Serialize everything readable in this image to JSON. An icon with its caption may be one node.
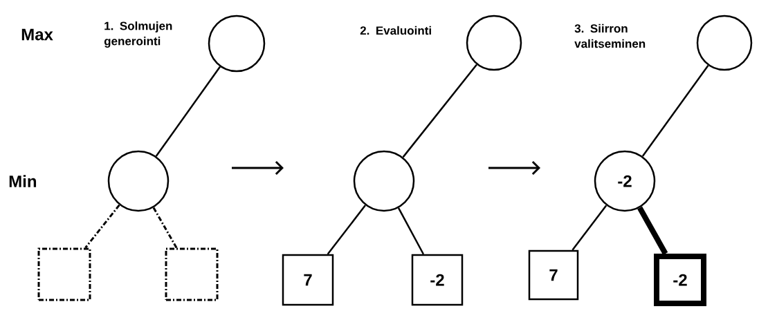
{
  "diagram": {
    "nodes": [
      {
        "text": [],
        "shape": "circle"
      },
      {
        "text": [],
        "shape": "circle"
      },
      {
        "text": [],
        "shape": "box"
      },
      {
        "text": [],
        "shape": "box"
      },
      {
        "text": [],
        "shape": "circle"
      },
      {
        "text": [],
        "shape": "circle"
      },
      {
        "text": [
          "7"
        ]
      },
      {
        "text": [
          "-2"
        ]
      },
      {
        "text": [],
        "shape": "circle"
      },
      {
        "text": [
          "-2"
        ]
      },
      {
        "text": [
          "7"
        ]
      },
      {
        "text": [
          "-2"
        ]
      }
    ],
    "edges": [
      {
        "from": 0,
        "to": 1,
        "arrow": "none"
      },
      {
        "from": 1,
        "to": 2,
        "arrow": "none",
        "style": "dashed"
      },
      {
        "from": 1,
        "to": 3,
        "arrow": "none",
        "style": "dashed"
      },
      {
        "from": 4,
        "to": 5,
        "arrow": "none"
      },
      {
        "from": 5,
        "to": 6,
        "arrow": "none"
      },
      {
        "from": 5,
        "to": 7,
        "arrow": "none"
      },
      {
        "from": 8,
        "to": 9,
        "arrow": "none"
      },
      {
        "from": 9,
        "to": 10,
        "arrow": "none"
      },
      {
        "from": 9,
        "to": 11,
        "arrow": "none",
        "style": "thick"
      }
    ],
    "labels": [
      "Max",
      "1. Solmujen generointi",
      "2. Evaluointi",
      "3. Siirron valitseminen",
      "Min"
    ]
  }
}
